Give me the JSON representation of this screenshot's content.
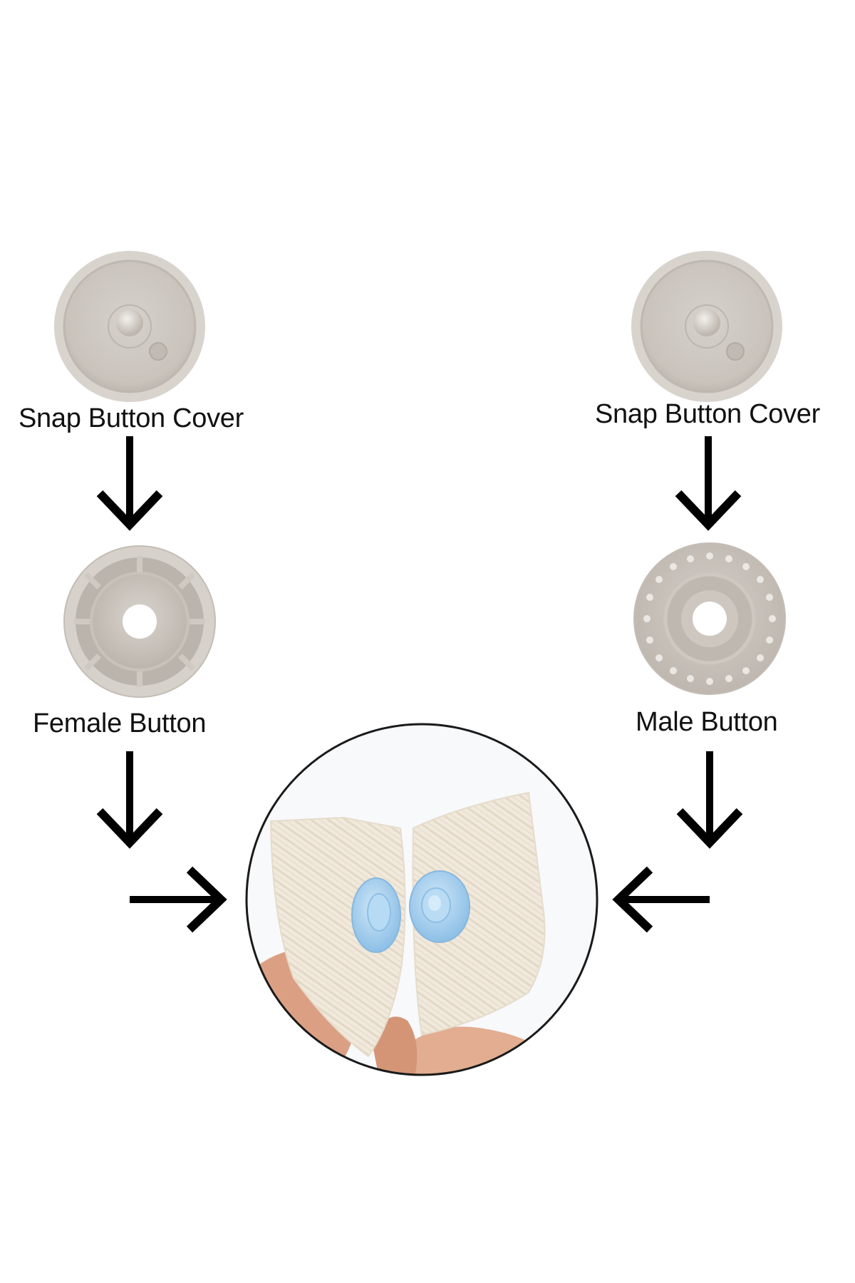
{
  "labels": {
    "left_cover": "Snap Button Cover",
    "right_cover": "Snap Button Cover",
    "female": "Female Button",
    "male": "Male Button"
  },
  "colors": {
    "part_grey": "#c9c3bc",
    "part_grey_dark": "#a9a29a",
    "part_grey_light": "#dcd7d1",
    "snap_blue": "#a9d2ef",
    "fabric": "#efe6d6",
    "skin": "#e0a98a",
    "arrow": "#000000"
  },
  "icons": {
    "down_arrow": "arrow-down-icon",
    "right_arrow": "arrow-right-icon",
    "left_arrow": "arrow-left-icon"
  }
}
